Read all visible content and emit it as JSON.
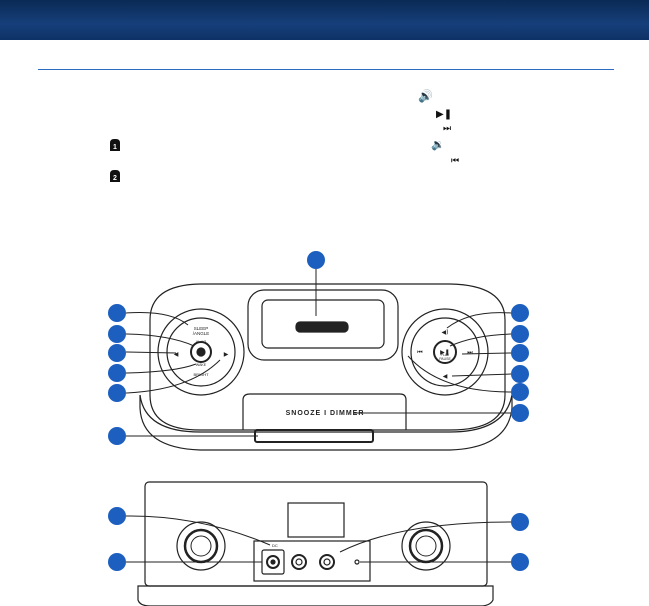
{
  "header": {
    "brand_color": "#0e3266"
  },
  "legend_icons": [
    {
      "name": "volume-up-icon"
    },
    {
      "name": "play-pause-icon"
    },
    {
      "name": "next-track-icon"
    },
    {
      "name": "alarm-1-icon"
    },
    {
      "name": "volume-down-icon"
    },
    {
      "name": "previous-track-icon"
    },
    {
      "name": "alarm-2-icon"
    }
  ],
  "device": {
    "top_view": {
      "left_dial": {
        "top": "SLEEP",
        "top2": "/ANGLE",
        "mid": "AL-1/2",
        "lower": "WAKE",
        "bottom": "BRIGHT"
      },
      "right_dial": {
        "center": "PLAY",
        "center2": "PAUSE"
      },
      "snooze_label": "SNOOZE I DIMMER"
    },
    "rear_view": {
      "jack_label": "DC"
    }
  },
  "colors": {
    "callout": "#1c5fbf",
    "line": "#222222"
  }
}
